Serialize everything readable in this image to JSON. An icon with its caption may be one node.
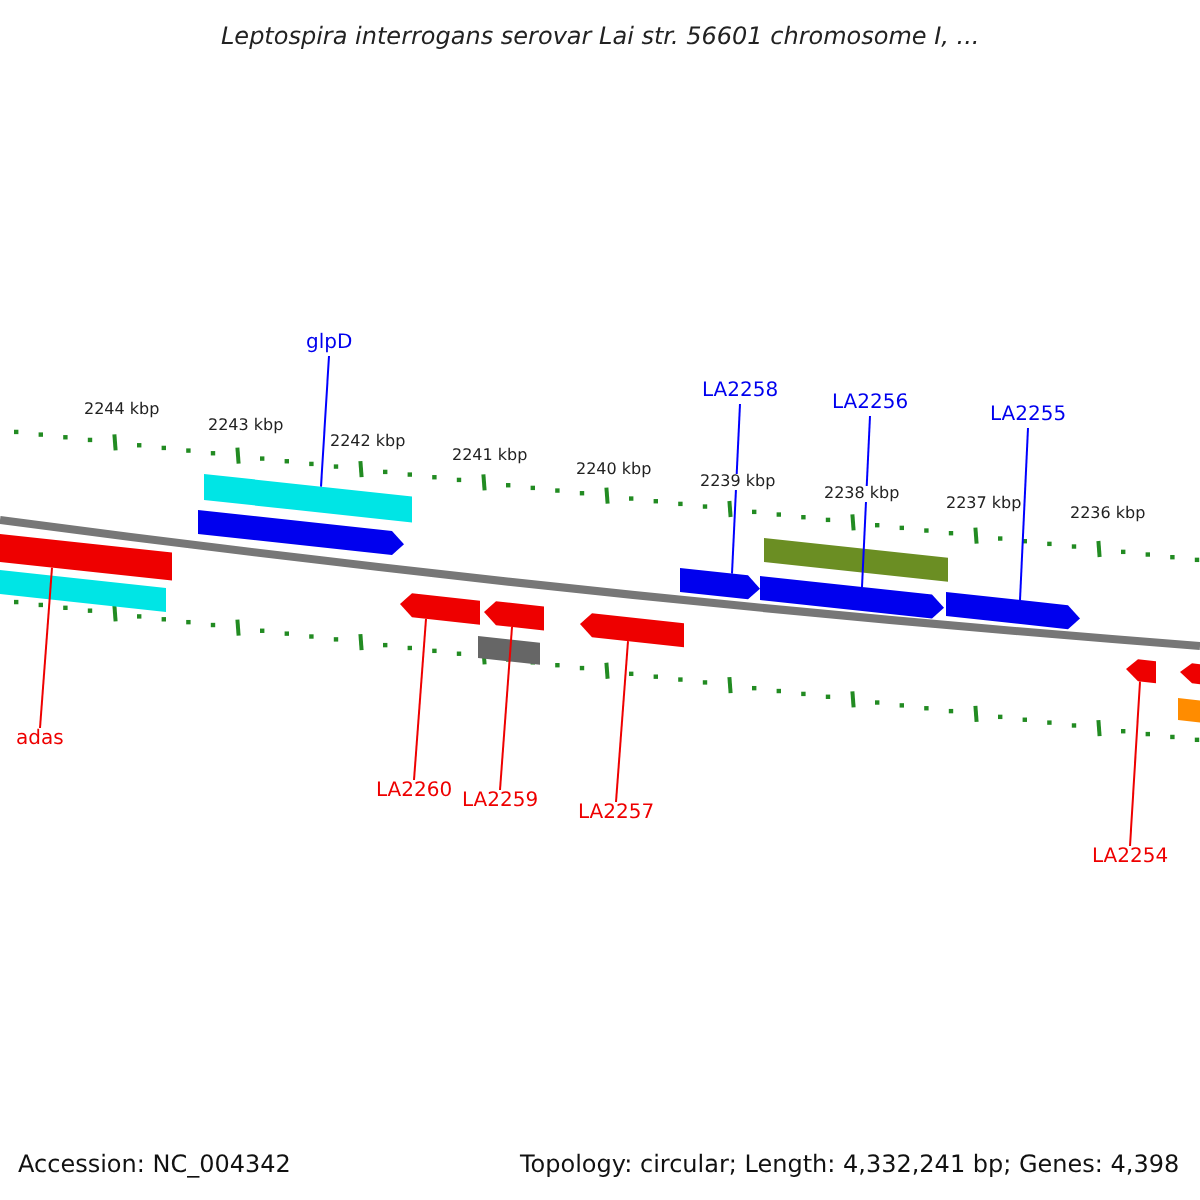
{
  "diagram": {
    "title": "Leptospira interrogans serovar Lai str. 56601 chromosome I, ...",
    "nodes": [
      {
        "text": [
          "glpD"
        ]
      },
      {
        "text": [
          "LA2258"
        ]
      },
      {
        "text": [
          "LA2256"
        ]
      },
      {
        "text": [
          "LA2255"
        ]
      },
      {
        "text": [
          "adas"
        ]
      },
      {
        "text": [
          "LA2260"
        ]
      },
      {
        "text": [
          "LA2259"
        ]
      },
      {
        "text": [
          "LA2257"
        ]
      },
      {
        "text": [
          "LA2254"
        ]
      },
      {
        "text": [],
        "shape": "bar"
      },
      {
        "text": [],
        "shape": "bar"
      },
      {
        "text": [],
        "shape": "pentagon"
      },
      {
        "text": [],
        "shape": "bar"
      },
      {
        "text": [],
        "shape": "pentagon"
      },
      {
        "text": [],
        "shape": "bar"
      },
      {
        "text": [],
        "shape": "pentagon"
      },
      {
        "text": [],
        "shape": "pentagon"
      },
      {
        "text": [],
        "shape": "pentagon"
      },
      {
        "text": [],
        "shape": "pentagon"
      },
      {
        "text": [],
        "shape": "bar"
      },
      {
        "text": [],
        "shape": "pentagon"
      },
      {
        "text": [],
        "shape": "pentagon"
      },
      {
        "text": [],
        "shape": "bar"
      },
      {
        "text": [],
        "shape": "pentagon"
      }
    ],
    "edges": [
      {
        "from": 0,
        "to": 12,
        "arrow": "none",
        "color": "#0000ff"
      },
      {
        "from": 1,
        "to": 17,
        "arrow": "none",
        "color": "#0000ff"
      },
      {
        "from": 2,
        "to": 18,
        "arrow": "none",
        "color": "#0000ff"
      },
      {
        "from": 3,
        "to": 20,
        "arrow": "none",
        "color": "#0000ff"
      },
      {
        "from": 4,
        "to": 9,
        "arrow": "none"
      },
      {
        "from": 5,
        "to": 13,
        "arrow": "none"
      },
      {
        "from": 6,
        "to": 15,
        "arrow": "none"
      },
      {
        "from": 7,
        "to": 16,
        "arrow": "none"
      },
      {
        "from": 8,
        "to": 21,
        "arrow": "none"
      }
    ],
    "labels": [
      "2244 kbp",
      "2243 kbp",
      "2242 kbp",
      "2241 kbp",
      "2240 kbp",
      "2239 kbp",
      "2238 kbp",
      "2237 kbp",
      "2236 kbp",
      "Accession: NC_004342",
      "Topology: circular; Length: 4,332,241 bp; Genes: 4,398"
    ]
  }
}
